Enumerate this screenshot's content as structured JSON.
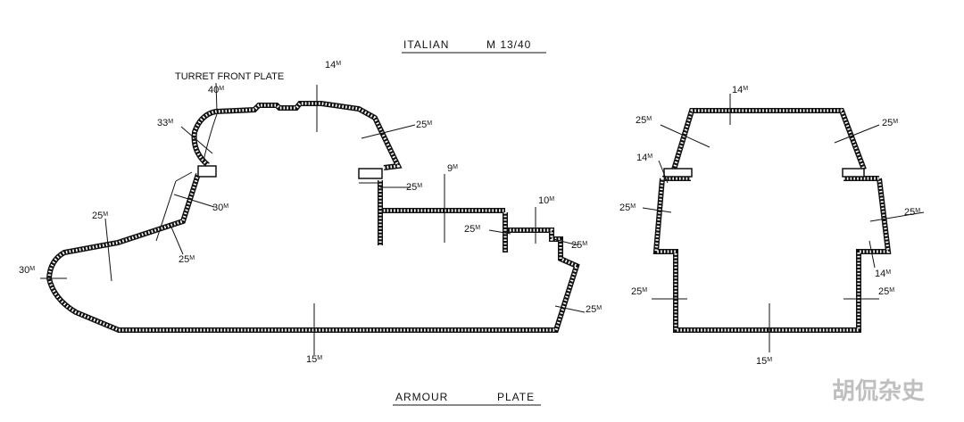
{
  "title": {
    "left": "ITALIAN",
    "right": "M 13/40"
  },
  "footer": {
    "left": "ARMOUR",
    "right": "PLATE"
  },
  "watermark": "胡侃杂史",
  "side_view": {
    "turret_label": "TURRET  FRONT  PLATE",
    "turret_front": "40",
    "roof": "14",
    "turret_side": "33",
    "turret_rear": "25",
    "deck_step": "9",
    "deck_side": "25",
    "glacis_upper": "30",
    "glacis_lower": "25",
    "hull_front_upper": "25",
    "hull_nose": "30",
    "rear_step": "10",
    "rear_step_plate": "25",
    "rear_upper": "25",
    "rear_lower": "25",
    "belly": "15"
  },
  "section_view": {
    "roof": "14",
    "turret_left": "25",
    "turret_right": "25",
    "sponson_left_top": "14",
    "sponson_left": "25",
    "sponson_right": "25",
    "sponson_right_bottom": "14",
    "hull_left": "25",
    "hull_right": "25",
    "floor": "15"
  },
  "unit": "M"
}
